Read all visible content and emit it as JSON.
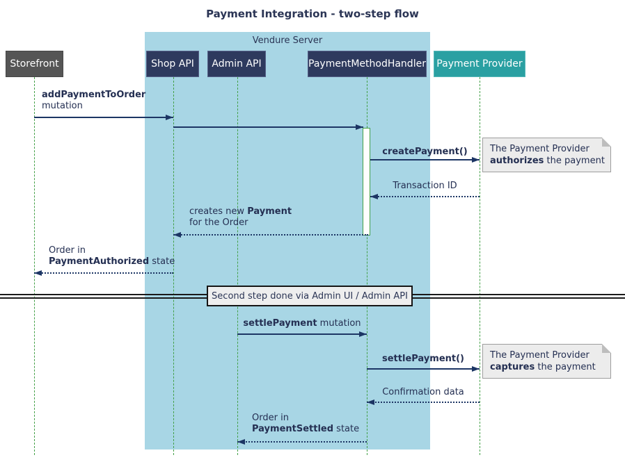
{
  "title": "Payment Integration - two-step flow",
  "container": {
    "label": "Vendure Server"
  },
  "participants": [
    {
      "id": "storefront",
      "label": "Storefront"
    },
    {
      "id": "shop-api",
      "label": "Shop API"
    },
    {
      "id": "admin-api",
      "label": "Admin API"
    },
    {
      "id": "payment-method-handler",
      "label": "PaymentMethodHandler"
    },
    {
      "id": "payment-provider",
      "label": "Payment Provider"
    }
  ],
  "messages": [
    {
      "from": "Storefront",
      "to": "Shop API",
      "style": "solid",
      "l1pre": "",
      "l1bold": "addPaymentToOrder",
      "l1post": "",
      "l2pre": "mutation",
      "l2bold": "",
      "l2post": ""
    },
    {
      "from": "Shop API",
      "to": "PaymentMethodHandler",
      "style": "solid",
      "l1pre": "",
      "l1bold": "",
      "l1post": "",
      "l2pre": "",
      "l2bold": "",
      "l2post": ""
    },
    {
      "from": "PaymentMethodHandler",
      "to": "Payment Provider",
      "style": "solid",
      "l1pre": "",
      "l1bold": "createPayment()",
      "l1post": "",
      "l2pre": "",
      "l2bold": "",
      "l2post": ""
    },
    {
      "from": "Payment Provider",
      "to": "PaymentMethodHandler",
      "style": "dotted",
      "l1pre": "Transaction ID",
      "l1bold": "",
      "l1post": "",
      "l2pre": "",
      "l2bold": "",
      "l2post": ""
    },
    {
      "from": "PaymentMethodHandler",
      "to": "Shop API",
      "style": "dotted",
      "l1pre": "creates new ",
      "l1bold": "Payment",
      "l1post": "",
      "l2pre": "for the Order",
      "l2bold": "",
      "l2post": ""
    },
    {
      "from": "Shop API",
      "to": "Storefront",
      "style": "dotted",
      "l1pre": "Order in",
      "l1bold": "",
      "l1post": "",
      "l2pre": "",
      "l2bold": "PaymentAuthorized",
      "l2post": " state"
    },
    {
      "from": "Admin API",
      "to": "PaymentMethodHandler",
      "style": "solid",
      "l1pre": "",
      "l1bold": "settlePayment",
      "l1post": " mutation",
      "l2pre": "",
      "l2bold": "",
      "l2post": ""
    },
    {
      "from": "PaymentMethodHandler",
      "to": "Payment Provider",
      "style": "solid",
      "l1pre": "",
      "l1bold": "settlePayment()",
      "l1post": "",
      "l2pre": "",
      "l2bold": "",
      "l2post": ""
    },
    {
      "from": "Payment Provider",
      "to": "PaymentMethodHandler",
      "style": "dotted",
      "l1pre": "Confirmation data",
      "l1bold": "",
      "l1post": "",
      "l2pre": "",
      "l2bold": "",
      "l2post": ""
    },
    {
      "from": "PaymentMethodHandler",
      "to": "Admin API",
      "style": "dotted",
      "l1pre": "Order in",
      "l1bold": "",
      "l1post": "",
      "l2pre": "",
      "l2bold": "PaymentSettled",
      "l2post": " state"
    }
  ],
  "divider": {
    "label": "Second step done via Admin UI / Admin API"
  },
  "notes": [
    {
      "line1": "The Payment Provider",
      "bold": "authorizes",
      "rest": " the payment"
    },
    {
      "line1": "The Payment Provider",
      "bold": "captures",
      "rest": " the payment"
    }
  ],
  "colors": {
    "container_bg": "#a8d6e5",
    "participant_navy": "#2e3a5e",
    "participant_gray": "#555555",
    "participant_teal": "#2aa0a2",
    "lifeline_green": "#43a047",
    "arrow_navy": "#1c3564",
    "text_navy": "#242f52",
    "note_bg": "#ececec",
    "divider_box_bg": "#eeeeee"
  }
}
